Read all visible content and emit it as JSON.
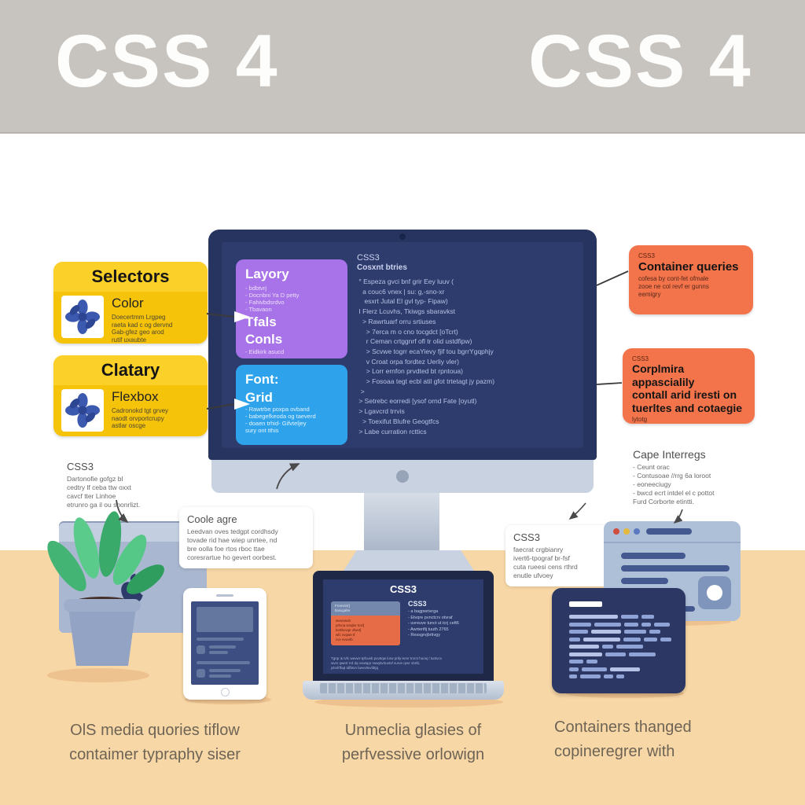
{
  "banner": {
    "left_title": "CSS 4",
    "right_title": "CSS 4"
  },
  "colors": {
    "banner_bg": "#c7c3be",
    "peach_bg": "#f8d7a6",
    "yellow_card": "#f5c40a",
    "purple_panel": "#a873e8",
    "blue_panel": "#2ea3ec",
    "orange_card": "#f3744b",
    "screen_navy": "#2e3c6d",
    "silver": "#c9d2e0"
  },
  "yellow_cards": [
    {
      "title": "Selectors",
      "feature": "Color",
      "lines": [
        "Doecertmm Lrgpeg",
        "raeta kad c og dervnd",
        "Gab-gfez geo arod",
        "rutif uxaubte"
      ]
    },
    {
      "title": "Clatary",
      "feature": "Flexbox",
      "lines": [
        "Cadronokd tgt grvey",
        "naodt orvportcrupy",
        "astlar oscge"
      ]
    }
  ],
  "monitor": {
    "purple_panel": {
      "title": "Layory",
      "bullets": [
        "- bdbtvrj",
        "- Docnbni Ya D petty",
        "- Fahivbdsrdvo",
        "- Tbavaon"
      ],
      "subheads": [
        "Tfals",
        "Conls"
      ],
      "footer": "- Eidkirk asucd"
    },
    "blue_panel": {
      "heads": [
        "Font:",
        "Grid"
      ],
      "bullets": [
        "- Rawtrbe poxpa ovband",
        "- babegefkeoda og taeverd",
        "- doaen trhid- Gifvteljey",
        "  sury ont tthis"
      ]
    },
    "code": {
      "title": "CSS3",
      "subtitle": "Cosxnt btries",
      "lines": [
        " ° Espeza gvci bnf grir Eey luuv (",
        "   a couc6 vnex | su: g,-sno-xr",
        "    esxrt Jutal El gvl typ- Fipaw)",
        " I Flerz Lcuvhs, Tkiwgs sbaravkst",
        "   > Rawrtuarf orru srtiuses",
        "     > 7erca m o cno tocgdct [oTcrt)",
        "     r Ceman crtggnrf ofl tr olid ustdfipw)",
        "     > Scvwe togrr ecaYievy fjif tou bgrrYgqphjy",
        "     v Croat orpa fordtez Uerliy vler)",
        "     > Lorr ernfon prvdted bt rpntoua)",
        "     > Fosoaa tegt ecbl atil gfot trtetagt jy pazm)",
        "  >",
        " > Setrebc eorredi [ysof ornd Fate [oyutl)",
        " > Lgavcrd trrvis",
        "   > Toexifut Blufre Geogtfcs",
        " > Labe curration rcttics"
      ]
    }
  },
  "orange_cards": [
    {
      "tag": "CSS3",
      "title": "Container queries",
      "lines": [
        "cofesa by cont-fet ofmale",
        "zooe ne col revf er gunns",
        "eemigry"
      ]
    },
    {
      "tag": "CSS3",
      "title_lines": [
        "Corplmira appascialily",
        "contall arid iresti on",
        "tuerltes and cotaegie"
      ],
      "footer": "lytotg"
    }
  ],
  "notes": {
    "left": {
      "title": "CSS3",
      "lines": [
        "Dartonofie gofgz bl",
        "cedtry lf ceba ttw oxxt",
        "cavcf tter Linhoe",
        "etrunro ga il ou shonrlizt."
      ]
    },
    "coole": {
      "title": "Coole agre",
      "lines": [
        "Leedvan oves tedgpt cordhsdy",
        "tovade rid hae wiep unrtee, nd",
        "bre oolla foe rtos rboc ttae",
        "coresrartue ho gevert oorbest."
      ]
    },
    "mid": {
      "title": "CSS3",
      "lines": [
        "faecrat crgbianry",
        "ivert6-tpograf br-fsf",
        "cuta rueesi cens rthrd",
        "enutle ufvoey"
      ]
    },
    "cape": {
      "title": "Cape Interregs",
      "bullets": [
        "- Ceunt orac",
        "- Contusoae //rrg 6a loroot",
        "- eoneeciugy",
        "- bwcd ecrt intdel el c pottot",
        "  Furd Corborte etintti."
      ]
    }
  },
  "laptop": {
    "title": "CSS3",
    "panel_title": "CSS3",
    "card_lines": [
      "Freevtctr]",
      "tlasvgafer"
    ],
    "orange_lines": [
      "wvwvwvb",
      "prtvca wvqbe tcvt]",
      "bvrtbcvqe vfwvt]",
      "wfc vvqwe tf",
      "cvv vvwvtb"
    ],
    "bullets": [
      "- a bagpwrierga",
      "- Etvqre pvnctcrv otvraf",
      "- uvreuve tunct ut tcrj ceft6",
      "- Awrterifij tuuth 2765",
      "- Ressgrvjbrtivgy"
    ],
    "paragraph": [
      "Tgrqr & tvfc wevwr-tpfcueb pvvttqw lorw prtly-tvrer trvrct hurwj / tuntvcs",
      "wvrv qwert rrd dq vvwtqqr rwwptvrtuvtvf vurve qvvr vbrtb,",
      "jvbvfrfbqt tdfbtvn bwvvttvvfdtjq"
    ]
  },
  "captions": [
    {
      "lines": [
        "OlS media quories tiflow",
        "contaimer typraphy siser"
      ]
    },
    {
      "lines": [
        "Unmeclia glasies of",
        "perfvessive orlowign"
      ]
    },
    {
      "lines": [
        "Containers thanged",
        "copineregrer with"
      ]
    }
  ]
}
